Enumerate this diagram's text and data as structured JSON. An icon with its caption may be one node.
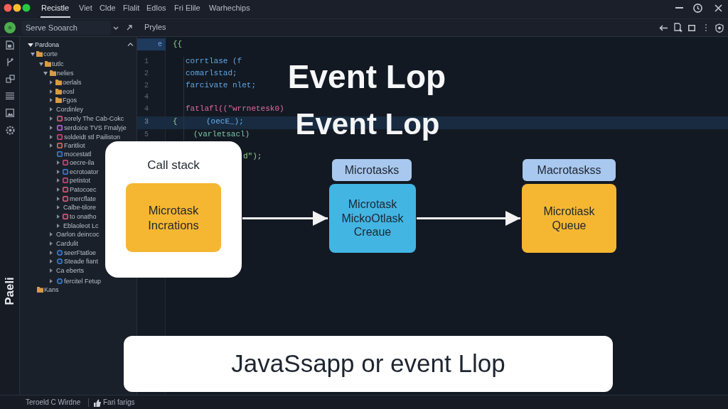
{
  "diagram": {
    "title": "Event Lop",
    "nodes": [
      {
        "text": [
          "Call stack"
        ]
      },
      {
        "text": [
          "Microtask Incrations"
        ],
        "in": 0
      },
      {
        "text": [
          "Microtasks"
        ]
      },
      {
        "text": [
          "Microtask MickoOtlask Creaue"
        ]
      },
      {
        "text": [
          "Macrotaskss"
        ]
      },
      {
        "text": [
          "Microtiask Queue"
        ]
      },
      {
        "text": [
          "JavaSsapp or event Llop"
        ]
      }
    ],
    "edges": [
      {
        "from": 0,
        "to": 3,
        "arrow": "to"
      },
      {
        "from": 3,
        "to": 5,
        "arrow": "to"
      }
    ],
    "labels": [
      "Recistle",
      "Viet",
      "Clde",
      "Flalit",
      "Edlos",
      "Fri Elile",
      "Warhechips",
      "Serve Sooarch",
      "Pryles",
      "Pardona",
      "corte",
      "tutlc",
      "nelies",
      "oerlals",
      "eosl",
      "Fgos",
      "Cordinley",
      "sorely The Cab-Cokc",
      "serdoice TVS Fmalyje",
      "soldeidt stl Pailiston",
      "Faritliot",
      "mocestatl",
      "oecre-ila",
      "ecrotoator",
      "petistot",
      "Patocoec",
      "mercflate",
      "Calbe-tilore",
      "to onatho",
      "Eblaoleot Lc",
      "Oarlon deincoc",
      "Cardulit",
      "seerFtatloe",
      "Steade fiant",
      "Ca eberts",
      "fercitel Fetup",
      "Kans",
      "Paeli",
      "e",
      "{{",
      "1",
      "corrtlase (f",
      "2",
      "comarlstad;",
      "2",
      "farcivate nlet;",
      "4",
      "4",
      "fatlafl((\"wrrnetesk0)",
      "3",
      "{",
      "(oecE_);",
      "5",
      "(varletsacl)",
      "d\");",
      "Event Lop",
      "Teroeld C Wirdne",
      "Fari farigs"
    ]
  }
}
